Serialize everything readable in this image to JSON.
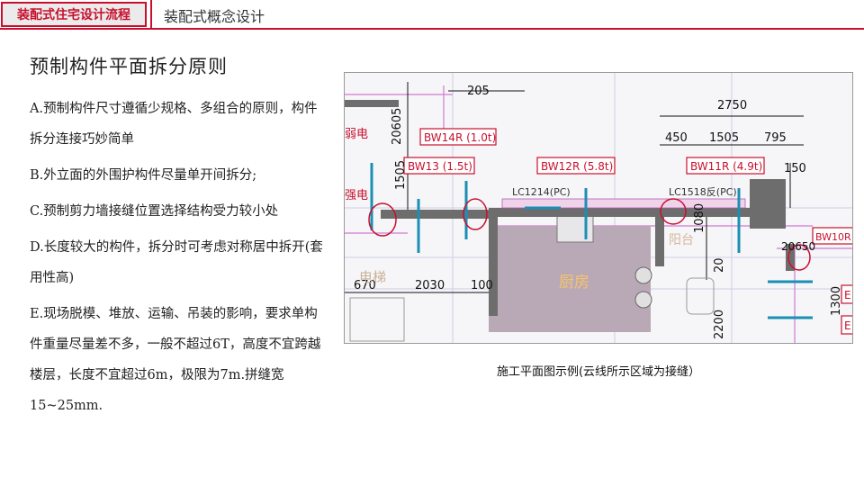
{
  "header": {
    "tab_label": "装配式住宅设计流程",
    "section_title": "装配式概念设计"
  },
  "slide": {
    "heading": "预制构件平面拆分原则",
    "paragraphs": [
      "A.预制构件尺寸遵循少规格、多组合的原则，构件拆分连接巧妙简单",
      "B.外立面的外围护构件尽量单开间拆分;",
      "C.预制剪力墙接缝位置选择结构受力较小处",
      "D.长度较大的构件，拆分时可考虑对称居中拆开(套用性高)",
      "E.现场脱模、堆放、运输、吊装的影响，要求单构件重量尽量差不多，一般不超过6T，高度不宜跨越楼层，长度不宜超过6m，极限为7m.拼缝宽15~25mm."
    ]
  },
  "plan": {
    "caption": "施工平面图示例(云线所示区域为接缝）",
    "dims": {
      "d205": "205",
      "d2750": "2750",
      "d20605": "20605",
      "d1505v": "1505",
      "d450": "450",
      "d1505h": "1505",
      "d795": "795",
      "d150": "150",
      "d1080": "1080",
      "d20650": "20650",
      "d670": "670",
      "d2030": "2030",
      "d100": "100",
      "d20": "20",
      "d2200": "2200",
      "d1300": "1300"
    },
    "tags": {
      "bw14r": "BW14R (1.0t)",
      "bw13": "BW13 (1.5t)",
      "bw12r": "BW12R (5.8t)",
      "bw11r": "BW11R (4.9t)",
      "bw10r": "BW10R",
      "e1": "E",
      "e2": "E"
    },
    "labels": {
      "lc1214": "LC1214(PC)",
      "lc1518": "LC1518反(PC)",
      "weak": "弱电",
      "strong": "强电",
      "stair": "电梯",
      "kitchen": "厨房",
      "balcony": "阳台"
    },
    "colors": {
      "tag_red": "#c8102e",
      "wall_gray": "#6d6d6d",
      "panel_blue": "#1b8fb5",
      "kitchen_fill": "#b9a9b7"
    }
  }
}
